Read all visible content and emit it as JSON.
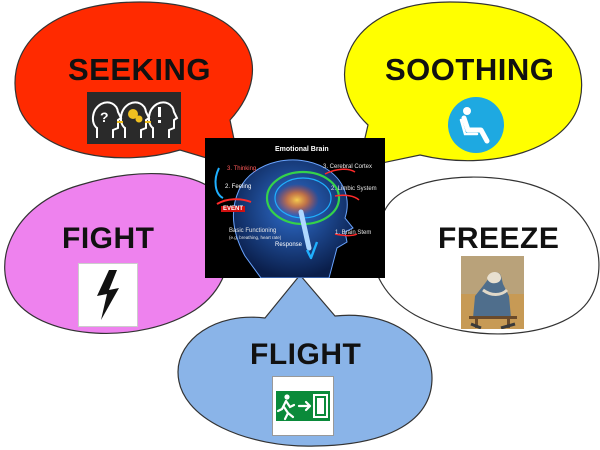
{
  "bubbles": {
    "seeking": {
      "label": "SEEKING",
      "color": "#ff2a00",
      "icon": "thinking-heads-icon"
    },
    "soothing": {
      "label": "SOOTHING",
      "color": "#ffff00",
      "icon": "reclining-person-icon"
    },
    "fight": {
      "label": "FIGHT",
      "color": "#ee82ee",
      "icon": "lightning-bolt-icon"
    },
    "freeze": {
      "label": "FREEZE",
      "color": "#ffffff",
      "icon": "sitting-old-man-icon"
    },
    "flight": {
      "label": "FLIGHT",
      "color": "#8ab4e8",
      "icon": "exit-sign-icon"
    }
  },
  "brain": {
    "title": "Emotional Brain",
    "labels": {
      "thinking": "3. Thinking",
      "feeling": "2. Feeling",
      "event": "EVENT",
      "basic": "Basic Functioning",
      "basic_sub": "(e.g. breathing, heart rate)",
      "cortex": "3. Cerebral Cortex",
      "limbic": "2. Limbic System",
      "stem": "1. Brain Stem",
      "response": "Response"
    }
  }
}
